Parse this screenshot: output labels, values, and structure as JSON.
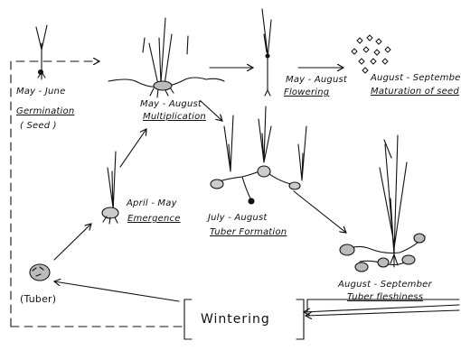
{
  "stages": {
    "germination": {
      "period": "May - June",
      "name": "Germination",
      "note": "( Seed )"
    },
    "multiplication": {
      "period": "May - August",
      "name": "Multiplication"
    },
    "flowering": {
      "period": "May - August",
      "name": "Flowering"
    },
    "maturation": {
      "period": "August - September",
      "name": "Maturation of seed"
    },
    "tuber_formation": {
      "period": "July - August",
      "name": "Tuber Formation"
    },
    "emergence": {
      "period": "April - May",
      "name": "Emergence"
    },
    "tuber_fleshiness": {
      "period": "August - September",
      "name": "Tuber fleshiness"
    },
    "tuber": {
      "name": "(Tuber)"
    },
    "wintering": {
      "name": "Wintering"
    }
  },
  "colors": {
    "ink": "#111111",
    "background": "#ffffff"
  }
}
